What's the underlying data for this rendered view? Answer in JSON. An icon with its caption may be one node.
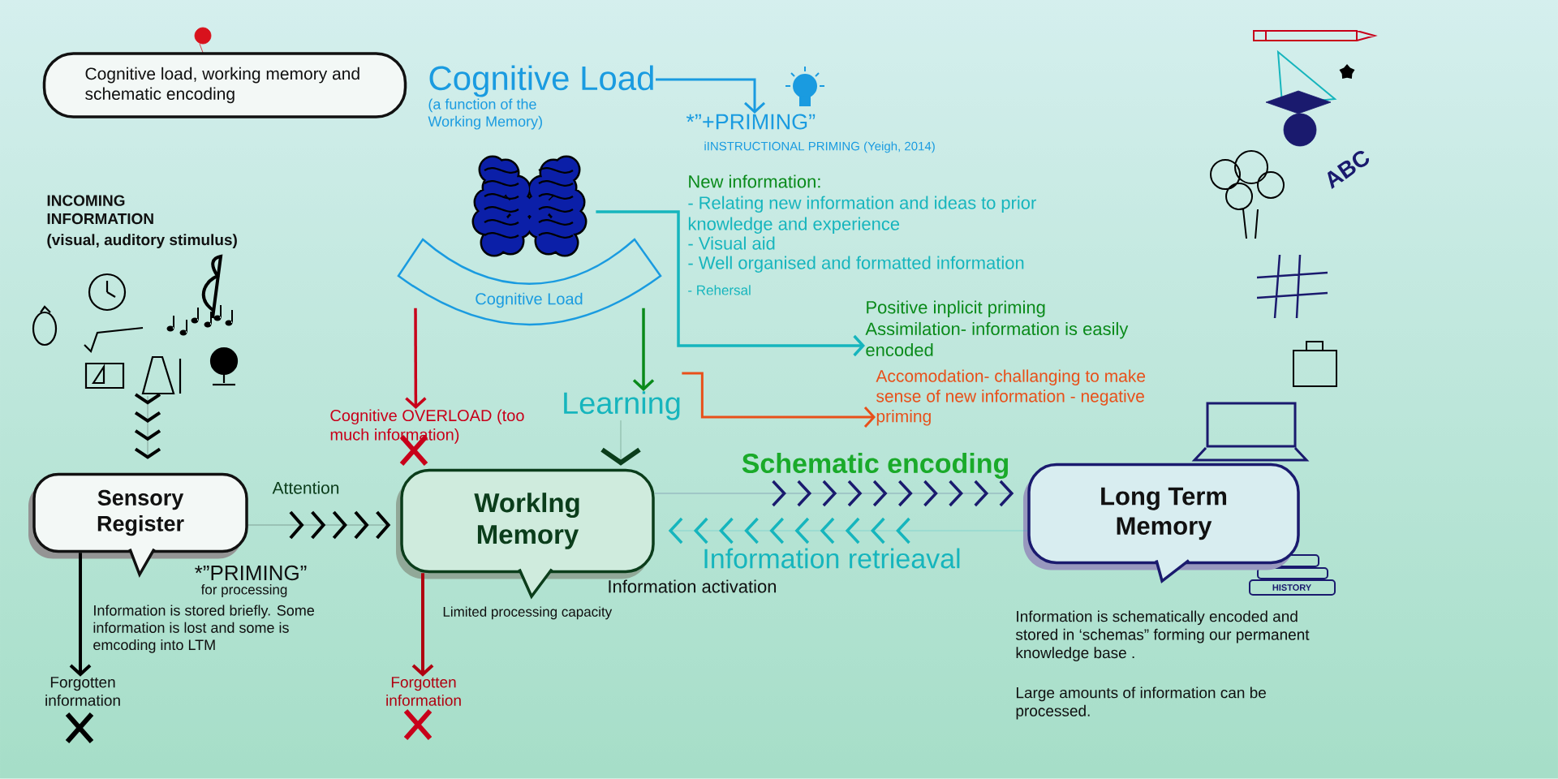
{
  "diagram": {
    "nodes": [
      {
        "text": [
          "Cognitive load, working memory and schematic encoding"
        ]
      },
      {
        "text": [
          "Cognitive Load",
          "(a function of the Working Memory)"
        ]
      },
      {
        "text": [
          "*”+PRIMING”",
          "iINSTRUCTIONAL PRIMING (Yeigh, 2014)"
        ]
      },
      {
        "text": [],
        "shape": "picture"
      },
      {
        "text": [
          "Cognitive Load"
        ]
      },
      {
        "text": [
          "New information:",
          "- Relating new information and ideas to prior knowledge and experience",
          "- Visual aid",
          "- Well organised and formatted information",
          "- Rehersal"
        ]
      },
      {
        "text": [
          "Positive inplicit priming",
          "Assimilation- information is easily encoded"
        ]
      },
      {
        "text": [
          "Accomodation- challanging to make sense of new information - negative priming"
        ]
      },
      {
        "text": [
          "Learning"
        ]
      },
      {
        "text": [
          "Cognitive OVERLOAD (too much information)"
        ]
      },
      {
        "text": [
          "INCOMING INFORMATION",
          "(visual, auditory stimulus)"
        ]
      },
      {
        "text": [],
        "shape": "picture"
      },
      {
        "text": [
          "Sensory Register"
        ]
      },
      {
        "text": [
          "Worklng Memory"
        ]
      },
      {
        "text": [
          "Long Term Memory"
        ]
      },
      {
        "text": [
          "Forgotten information"
        ]
      },
      {
        "text": [
          "Forgotten information"
        ]
      }
    ],
    "edges": [
      {
        "from": 1,
        "to": 2,
        "arrow": "to",
        "color": "#1a9be0"
      },
      {
        "from": 3,
        "to": 6,
        "arrow": "to",
        "color": "#16b5bd"
      },
      {
        "from": 4,
        "to": 8,
        "arrow": "to",
        "color": "#0a8a1a"
      },
      {
        "from": 8,
        "to": 7,
        "arrow": "to",
        "color": "#e8501a"
      },
      {
        "from": 4,
        "to": 9,
        "arrow": "to",
        "color": "#c8001a"
      },
      {
        "from": 11,
        "to": 12,
        "arrow": "to"
      },
      {
        "from": 12,
        "to": 13,
        "arrow": "to",
        "label": "Attention"
      },
      {
        "from": 8,
        "to": 13,
        "arrow": "to",
        "style": "thick",
        "color": "#0b3d1b"
      },
      {
        "from": 13,
        "to": 14,
        "arrow": "to",
        "label": "Schematic encoding",
        "color": "#1a1a6e"
      },
      {
        "from": 14,
        "to": 13,
        "arrow": "to",
        "label": "Information retrieaval",
        "color": "#16b5bd"
      },
      {
        "from": 12,
        "to": 15,
        "arrow": "to"
      },
      {
        "from": 13,
        "to": 16,
        "arrow": "to",
        "color": "#b00010"
      }
    ],
    "labels": [
      "*”PRIMING”",
      "for processing",
      "Information is stored briefly. Some information is lost and some is emcoding into LTM",
      "Limited processing capacity",
      "Information activation",
      "Information is schematically encoded and stored in ‘schemas” forming our permanent knowledge base .",
      "Large amounts of information can be processed.",
      "ABC",
      "HISTORY"
    ]
  }
}
